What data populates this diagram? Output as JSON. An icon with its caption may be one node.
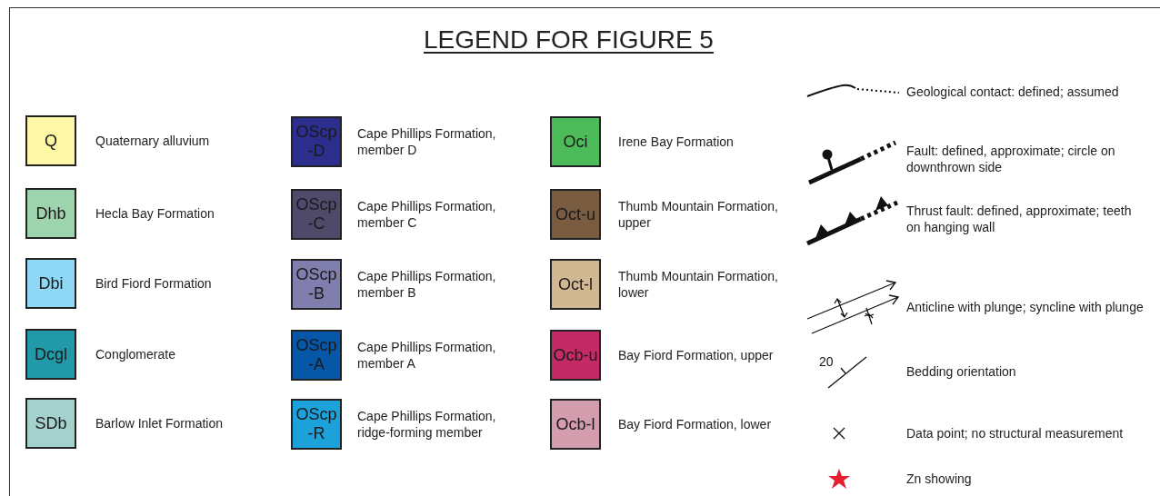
{
  "diagram": {
    "title": "LEGEND FOR FIGURE 5",
    "labels": [
      "Q",
      "Dhb",
      "Dbi",
      "Dcgl",
      "SDb",
      "OScp -D",
      "OScp -C",
      "OScp -B",
      "OScp -A",
      "OScp -R",
      "Oci",
      "Oct-u",
      "Oct-l",
      "Ocb-u",
      "Ocb-l",
      "20"
    ],
    "legend": [
      {
        "text": "Quaternary alluvium",
        "color": "#fef7a6"
      },
      {
        "text": "Hecla Bay Formation",
        "color": "#9dd4ae"
      },
      {
        "text": "Bird Fiord Formation",
        "color": "#8fd8f5"
      },
      {
        "text": "Conglomerate",
        "color": "#2199a8"
      },
      {
        "text": "Barlow Inlet Formation",
        "color": "#a4d1cd"
      },
      {
        "text": "Cape Phillips Formation, member D",
        "color": "#2b2e8c"
      },
      {
        "text": "Cape Phillips Formation, member C",
        "color": "#4d4a6a"
      },
      {
        "text": "Cape Phillips Formation, member B",
        "color": "#7f7eac"
      },
      {
        "text": "Cape Phillips Formation, member A",
        "color": "#0757a8"
      },
      {
        "text": "Cape Phillips Formation, ridge-forming member",
        "color": "#1ca1da"
      },
      {
        "text": "Irene Bay Formation",
        "color": "#4ebb5b"
      },
      {
        "text": "Thumb Mountain Formation, upper",
        "color": "#7a5c40"
      },
      {
        "text": "Thumb Mountain Formation, lower",
        "color": "#d2b892"
      },
      {
        "text": "Bay Fiord Formation, upper",
        "color": "#c42a65"
      },
      {
        "text": "Bay Fiord Formation, lower",
        "color": "#d49dae"
      },
      {
        "text": "Geological contact: defined; assumed"
      },
      {
        "text": "Fault: defined, approximate; circle on downthrown side"
      },
      {
        "text": "Thrust fault: defined, approximate; teeth on hanging wall"
      },
      {
        "text": "Anticline with plunge; syncline with plunge"
      },
      {
        "text": "Bedding orientation"
      },
      {
        "text": "Data point; no structural measurement"
      },
      {
        "text": "Zn showing"
      }
    ]
  }
}
